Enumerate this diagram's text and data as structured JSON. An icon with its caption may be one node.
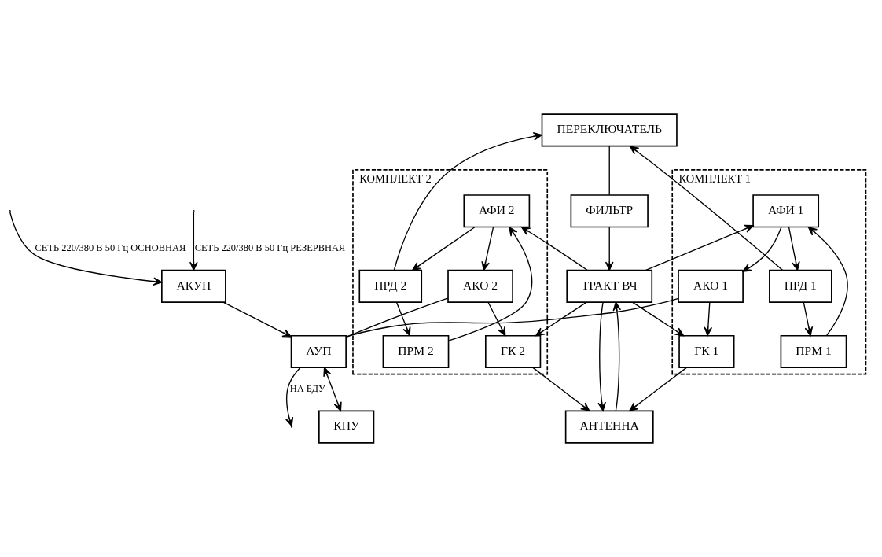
{
  "diagram": {
    "nodes": [
      {
        "text": [
          "КОМПЛЕКТ 1"
        ]
      },
      {
        "text": [
          "АКО 1"
        ],
        "in": 0
      },
      {
        "text": [
          "ГК 1"
        ],
        "in": 0
      },
      {
        "text": [
          "ПРМ 1"
        ],
        "in": 0
      },
      {
        "text": [
          "АФИ 1"
        ],
        "in": 0
      },
      {
        "text": [
          "ПРД 1"
        ],
        "in": 0
      },
      {
        "text": [
          "АНТЕННА"
        ]
      },
      {
        "text": [
          "ТРАКТ ВЧ"
        ]
      },
      {
        "text": [
          "ФИЛЬТР"
        ]
      },
      {
        "text": [
          "ПЕРЕКЛЮЧАТЕЛЬ"
        ]
      },
      {
        "text": [
          "КОМПЛЕКТ 2"
        ]
      },
      {
        "text": [
          "ГК 2"
        ],
        "in": 10
      },
      {
        "text": [
          "АКО 2"
        ],
        "in": 10
      },
      {
        "text": [
          "ПРМ 2"
        ],
        "in": 10
      },
      {
        "text": [
          "АФИ 2"
        ],
        "in": 10
      },
      {
        "text": [
          "ПРД 2"
        ],
        "in": 10
      },
      {
        "text": [
          "АУП"
        ]
      },
      {
        "text": [
          "КПУ"
        ]
      },
      {
        "text": [
          "АКУП"
        ]
      }
    ],
    "edges": [
      {
        "from": 2,
        "to": 6,
        "arrow": "to"
      },
      {
        "from": 6,
        "to": 7,
        "arrow": "to"
      },
      {
        "from": 7,
        "to": 6,
        "arrow": "to"
      },
      {
        "from": 11,
        "to": 6,
        "arrow": "to"
      },
      {
        "from": 1,
        "to": 2,
        "arrow": "to"
      },
      {
        "from": 7,
        "to": 2,
        "arrow": "to"
      },
      {
        "from": 7,
        "to": 11,
        "arrow": "to"
      },
      {
        "from": 12,
        "to": 11,
        "arrow": "to"
      },
      {
        "from": 8,
        "to": 7,
        "arrow": "to"
      },
      {
        "from": 9,
        "to": 8,
        "arrow": "none"
      },
      {
        "from": 4,
        "to": 1,
        "arrow": "to"
      },
      {
        "from": 3,
        "to": 4,
        "arrow": "to"
      },
      {
        "from": 7,
        "to": 4,
        "arrow": "to"
      },
      {
        "from": 4,
        "to": 5,
        "arrow": "to"
      },
      {
        "from": 5,
        "to": 3,
        "arrow": "to"
      },
      {
        "from": 5,
        "to": 9,
        "arrow": "to"
      },
      {
        "from": 14,
        "to": 12,
        "arrow": "to"
      },
      {
        "from": 13,
        "to": 14,
        "arrow": "to"
      },
      {
        "from": 7,
        "to": 14,
        "arrow": "to"
      },
      {
        "from": 14,
        "to": 15,
        "arrow": "to"
      },
      {
        "from": 15,
        "to": 13,
        "arrow": "to"
      },
      {
        "from": 15,
        "to": 9,
        "arrow": "to"
      },
      {
        "from": 1,
        "to": 16,
        "arrow": "none"
      },
      {
        "from": 12,
        "to": 16,
        "arrow": "none"
      },
      {
        "from": 16,
        "to": 17,
        "arrow": "both"
      },
      {
        "from": 18,
        "to": 16,
        "arrow": "to"
      },
      {
        "from": 16,
        "to": null,
        "arrow": "to",
        "label": "НА БДУ"
      },
      {
        "from": null,
        "to": 18,
        "arrow": "to",
        "label": "СЕТЬ 220/380 В 50 Гц ОСНОВНАЯ"
      },
      {
        "from": null,
        "to": 18,
        "arrow": "to",
        "label": "СЕТЬ 220/380 В 50 Гц РЕЗЕРВНАЯ"
      }
    ]
  }
}
